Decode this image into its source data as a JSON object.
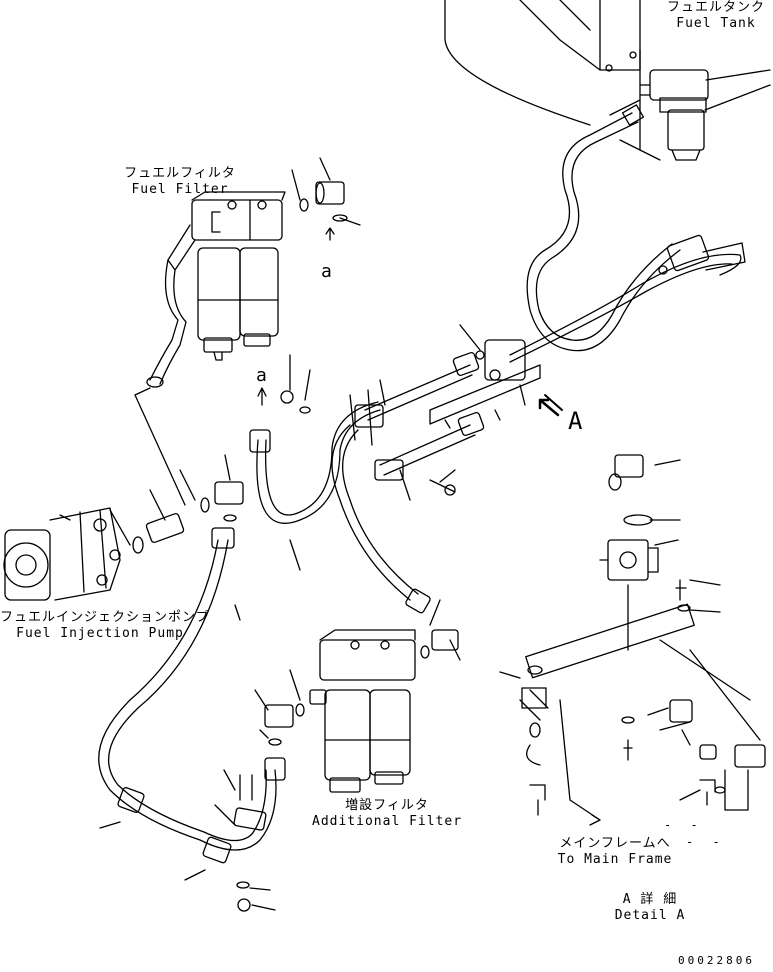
{
  "labels": {
    "fuel_tank_jp": "フュエルタンク",
    "fuel_tank_en": "Fuel Tank",
    "fuel_filter_jp": "フュエルフィルタ",
    "fuel_filter_en": "Fuel Filter",
    "injection_pump_jp": "フュエルインジェクションポンプ",
    "injection_pump_en": "Fuel Injection Pump",
    "additional_filter_jp": "増設フィルタ",
    "additional_filter_en": "Additional Filter",
    "main_frame_jp": "メインフレームへ",
    "main_frame_en": "To Main Frame",
    "detail_jp": "A 詳 細",
    "detail_en": "Detail A",
    "view_a": "A",
    "ref_a_upper": "a",
    "ref_a_lower": "a",
    "dash_marks": "- -",
    "part_number": "00022806"
  },
  "colors": {
    "line": "#000000",
    "background": "#ffffff"
  }
}
